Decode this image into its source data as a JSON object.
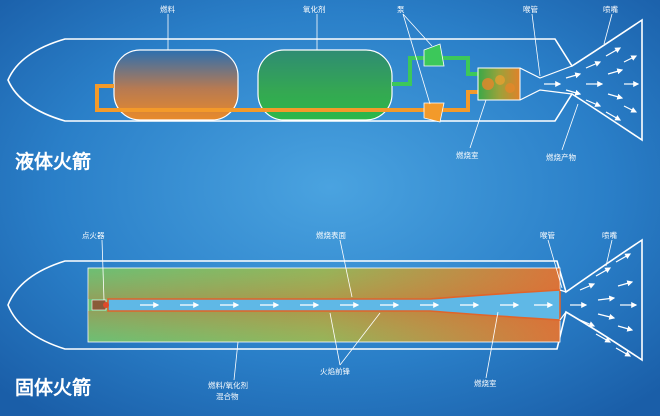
{
  "liquid": {
    "title": "液体火箭",
    "labels": {
      "fuel": "燃料",
      "oxidizer": "氧化剂",
      "pump": "泵",
      "throat": "喉管",
      "nozzle": "喷嘴",
      "combustion_chamber": "燃烧室",
      "combustion_products": "燃烧产物"
    }
  },
  "solid": {
    "title": "固体火箭",
    "labels": {
      "igniter": "点火器",
      "burning_surface": "燃烧表面",
      "throat": "喉管",
      "nozzle": "喷嘴",
      "propellant_line1": "燃料/氧化剂",
      "propellant_line2": "混合物",
      "flame_front": "火焰前锋",
      "combustion_chamber": "燃烧室"
    }
  },
  "colors": {
    "background": "#1f6fb8",
    "outline": "#ffffff",
    "pipe": "#f39a2a",
    "green_pipe": "#3cc85a"
  }
}
